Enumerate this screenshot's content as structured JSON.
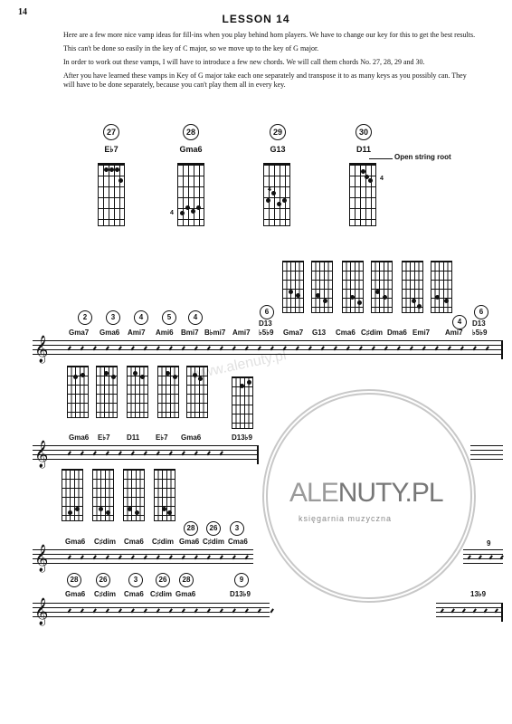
{
  "page_number": "14",
  "title": "LESSON 14",
  "intro": {
    "p1": "Here are a few more nice vamp ideas for fill-ins when you play behind horn players. We have to change our key for this to get the best results.",
    "p2": "This can't be done so easily in the key of C major, so we move up to the key of G major.",
    "p3": "In order to work out these vamps, I will have to introduce a few new chords. We will call them chords No. 27, 28, 29 and 30.",
    "p4": "After you have learned these vamps in Key of G major take each one separately and transpose it to as many keys as you possibly can. They will have to be done separately, because you can't play them all in every key."
  },
  "chords": [
    {
      "num": "27",
      "name": "E♭7"
    },
    {
      "num": "28",
      "name": "Gma6"
    },
    {
      "num": "29",
      "name": "G13"
    },
    {
      "num": "30",
      "name": "D11"
    }
  ],
  "annotation": "Open string root",
  "fingers": {
    "f4a": "4",
    "f4b": "4",
    "f4c": "4"
  },
  "row1": {
    "circles": [
      "2",
      "3",
      "4",
      "5",
      "4",
      "6",
      "4",
      "6"
    ],
    "labels": [
      "Gma7",
      "Gma6",
      "Ami7",
      "Ami6",
      "Bmi7",
      "B♭mi7",
      "Ami7",
      "D13",
      "♭5♭9",
      "Gma7",
      "G13",
      "Cma6",
      "C♯dim",
      "Dma6",
      "Emi7",
      "Ami7",
      "D13",
      "♭5♭9"
    ]
  },
  "row2": {
    "labels": [
      "Gma6",
      "E♭7",
      "D11",
      "E♭7",
      "Gma6",
      "D13♭9"
    ]
  },
  "row3": {
    "circles": [
      "28",
      "26",
      "3"
    ],
    "labels": [
      "Gma6",
      "C♯dim",
      "Cma6",
      "C♯dim",
      "Gma6",
      "C♯dim",
      "Cma6"
    ],
    "right_num": "9"
  },
  "row4": {
    "circles": [
      "28",
      "26",
      "3",
      "26",
      "28",
      "9"
    ],
    "labels": [
      "Gma6",
      "C♯dim",
      "Cma6",
      "C♯dim",
      "Gma6",
      "D13♭9"
    ],
    "right_label": "13♭9"
  },
  "watermark": "www.alenuty.pl",
  "logo": {
    "part1": "ALE",
    "part2": "NUTY.PL",
    "sub": "księgarnia muzyczna"
  }
}
